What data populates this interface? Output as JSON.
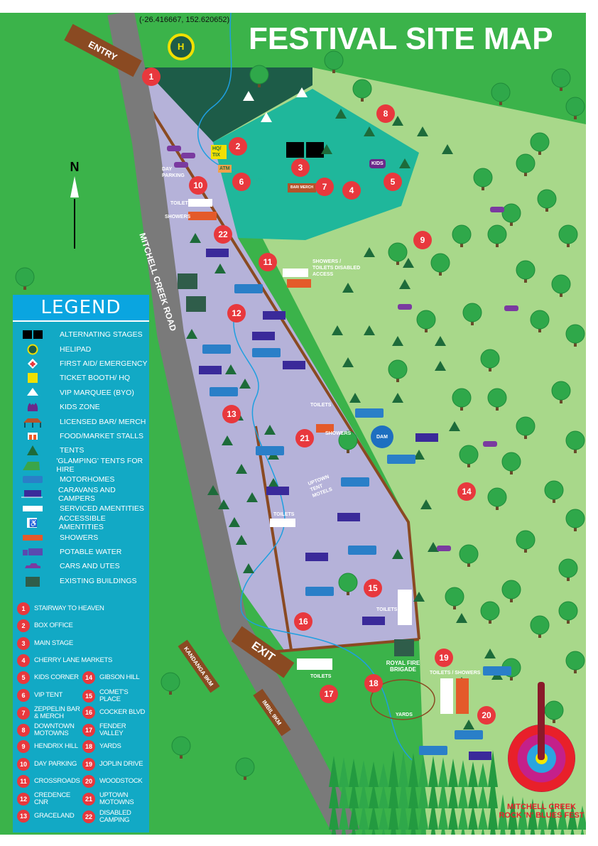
{
  "header": {
    "title": "FESTIVAL SITE MAP",
    "coordinates": "(-26.416667, 152.620652)"
  },
  "signs": {
    "entry": "ENTRY",
    "exit": "EXIT",
    "kandanga": "KANDANGA 9KM",
    "imbil": "IMBIL 9KM"
  },
  "road_label": "MITCHELL CREEK ROAD",
  "map_labels": {
    "helipad": "H",
    "hq_tix": "HQ/ TIX",
    "atm": "ATM",
    "vip": "VIP",
    "kids": "KIDS",
    "bar_merch": "BAR/ MERCH",
    "day_parking": "DAY PARKING",
    "toilets_10": "TOILETS",
    "showers_10": "SHOWERS",
    "showers_toilets_11": "SHOWERS / TOILETS DISABLED ACCESS",
    "toilets_21": "TOILETS",
    "showers_21": "SHOWERS",
    "uptown_tent_motels": "UPTOWN TENT MOTELS",
    "dam": "DAM",
    "toilets_13": "TOILETS",
    "toilets_15": "TOILETS",
    "toilets_17": "TOILETS",
    "royal_fire_brigade": "ROYAL FIRE BRIGADE",
    "yards": "YARDS",
    "toilets_showers_19": "TOILETS / SHOWERS"
  },
  "markers": [
    "1",
    "2",
    "3",
    "4",
    "5",
    "6",
    "7",
    "8",
    "9",
    "10",
    "11",
    "12",
    "13",
    "14",
    "15",
    "16",
    "17",
    "18",
    "19",
    "20",
    "21",
    "22"
  ],
  "legend": {
    "title": "LEGEND",
    "items": [
      {
        "icon": "stage-icon",
        "label": "ALTERNATING STAGES"
      },
      {
        "icon": "helipad-icon",
        "label": "HELIPAD"
      },
      {
        "icon": "first-aid-icon",
        "label": "FIRST AID/ EMERGENCY"
      },
      {
        "icon": "ticket-booth-icon",
        "label": "TICKET BOOTH/ HQ"
      },
      {
        "icon": "vip-marquee-icon",
        "label": "VIP MARQUEE (BYO)"
      },
      {
        "icon": "kids-zone-icon",
        "label": "KIDS ZONE"
      },
      {
        "icon": "bar-icon",
        "label": "LICENSED BAR/ MERCH"
      },
      {
        "icon": "market-stall-icon",
        "label": "FOOD/MARKET STALLS"
      },
      {
        "icon": "tent-icon",
        "label": "TENTS"
      },
      {
        "icon": "glamping-tent-icon",
        "label": "'GLAMPING' TENTS FOR HIRE"
      },
      {
        "icon": "motorhome-icon",
        "label": "MOTORHOMES"
      },
      {
        "icon": "caravan-icon",
        "label": "CARAVANS AND CAMPERS"
      },
      {
        "icon": "amenities-icon",
        "label": "SERVICED AMENTITIES"
      },
      {
        "icon": "accessible-icon",
        "label": "ACCESSIBLE AMENTITIES"
      },
      {
        "icon": "showers-icon",
        "label": "SHOWERS"
      },
      {
        "icon": "water-truck-icon",
        "label": "POTABLE WATER"
      },
      {
        "icon": "car-icon",
        "label": "CARS AND UTES"
      },
      {
        "icon": "building-icon",
        "label": "EXISTING BUILDINGS"
      }
    ],
    "areas": [
      {
        "n": "1",
        "label": "STAIRWAY TO HEAVEN"
      },
      {
        "n": "2",
        "label": "BOX OFFICE"
      },
      {
        "n": "3",
        "label": "MAIN STAGE"
      },
      {
        "n": "4",
        "label": "CHERRY LANE MARKETS"
      },
      {
        "n": "5",
        "label": "KIDS CORNER"
      },
      {
        "n": "6",
        "label": "VIP TENT"
      },
      {
        "n": "7",
        "label": "ZEPPELIN BAR & MERCH"
      },
      {
        "n": "8",
        "label": "DOWNTOWN MOTOWNS"
      },
      {
        "n": "9",
        "label": "HENDRIX HILL"
      },
      {
        "n": "10",
        "label": "DAY PARKING"
      },
      {
        "n": "11",
        "label": "CROSSROADS"
      },
      {
        "n": "12",
        "label": "CREDENCE CNR"
      },
      {
        "n": "13",
        "label": "GRACELAND"
      },
      {
        "n": "14",
        "label": "GIBSON HILL"
      },
      {
        "n": "15",
        "label": "COMET'S PLACE"
      },
      {
        "n": "16",
        "label": "COCKER BLVD"
      },
      {
        "n": "17",
        "label": "FENDER VALLEY"
      },
      {
        "n": "18",
        "label": "YARDS"
      },
      {
        "n": "19",
        "label": "JOPLIN DRIVE"
      },
      {
        "n": "20",
        "label": "WOODSTOCK"
      },
      {
        "n": "21",
        "label": "UPTOWN MOTOWNS"
      },
      {
        "n": "22",
        "label": "DISABLED CAMPING"
      }
    ]
  },
  "compass": {
    "label": "N"
  },
  "logo": {
    "line1": "MITCHELL CREEK",
    "line2": "ROCK 'N' BLUES FEST"
  },
  "colors": {
    "marker": "#e8383d",
    "legend": "#12a9c5",
    "grass": "#3bb34a",
    "field": "#a8d88a",
    "camp": "#b5b2d9",
    "festival": "#1fb79b"
  }
}
